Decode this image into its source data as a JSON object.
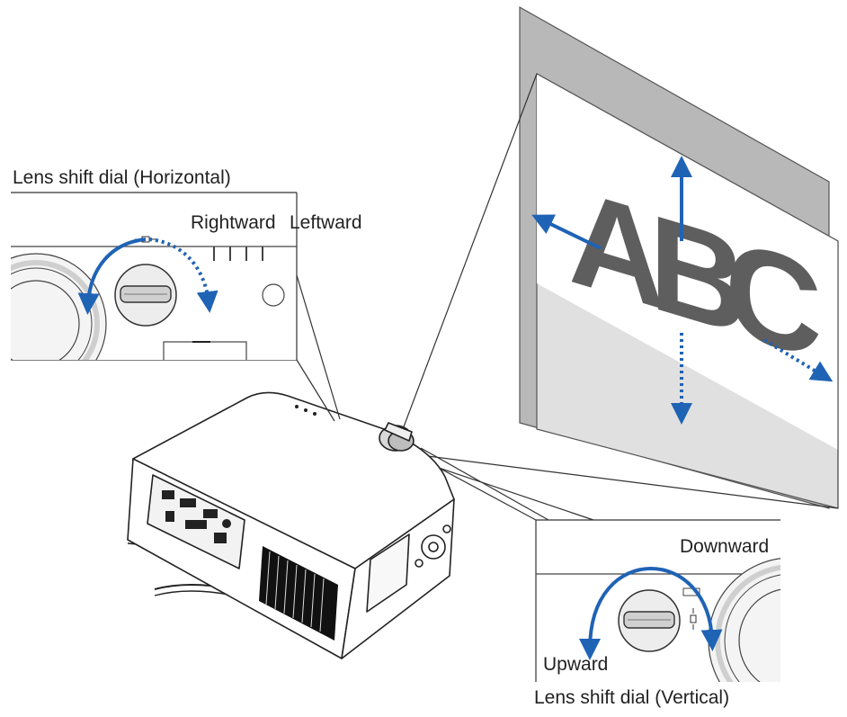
{
  "labels": {
    "horizontal_dial": "Lens shift dial (Horizontal)",
    "rightward": "Rightward",
    "leftward": "Leftward",
    "downward": "Downward",
    "upward": "Upward",
    "vertical_dial": "Lens shift dial (Vertical)"
  },
  "screen": {
    "letters": [
      "A",
      "B",
      "C"
    ]
  },
  "colors": {
    "arrow_blue": "#1f63b5",
    "screen_gray": "#b4b4b4",
    "letter_gray": "#5e5e5e",
    "line_black": "#222222"
  },
  "icons": {
    "h_shift_symbol": "horizontal-shift-symbol",
    "v_shift_symbol": "vertical-shift-symbol"
  }
}
